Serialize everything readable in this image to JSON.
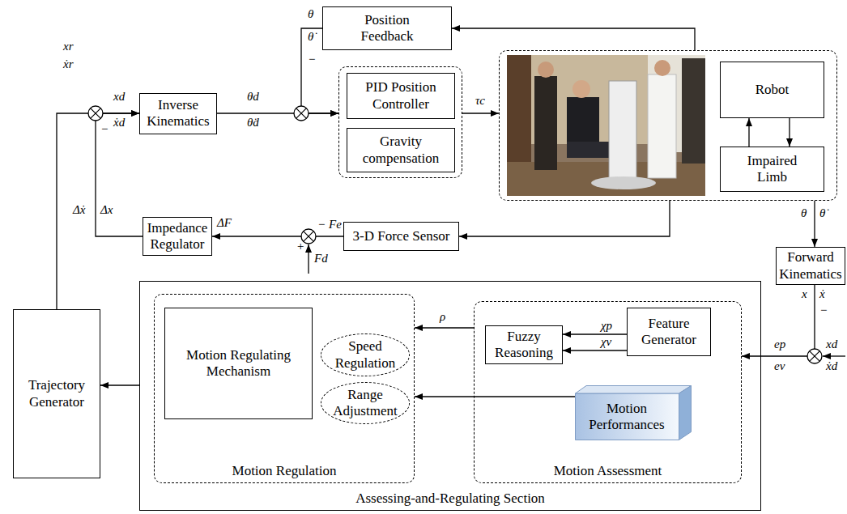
{
  "diagram": {
    "nodes": [
      {
        "text": [
          "Position Feedback"
        ]
      },
      {
        "text": [
          "Inverse Kinematics"
        ]
      },
      {
        "text": []
      },
      {
        "text": [
          "PID Position Controller"
        ],
        "in": 2
      },
      {
        "text": [
          "Gravity compensation"
        ],
        "in": 2
      },
      {
        "text": []
      },
      {
        "text": [
          "Robot"
        ],
        "in": 5
      },
      {
        "text": [
          "Impaired Limb"
        ],
        "in": 5
      },
      {
        "text": [
          "Impedance Regulator"
        ]
      },
      {
        "text": [
          "3-D Force Sensor"
        ]
      },
      {
        "text": [
          "Forward Kinematics"
        ]
      },
      {
        "text": [
          "Trajectory Generator"
        ]
      },
      {
        "text": [
          "Assessing-and-Regulating Section"
        ]
      },
      {
        "text": [
          "Motion Regulation"
        ],
        "in": 12
      },
      {
        "text": [
          "Motion Regulating Mechanism"
        ],
        "in": 13
      },
      {
        "text": [
          "Speed Regulation"
        ],
        "in": 13
      },
      {
        "text": [
          "Range Adjustment"
        ],
        "in": 13
      },
      {
        "text": [
          "Motion Assessment"
        ],
        "in": 12
      },
      {
        "text": [
          "Fuzzy Reasoning"
        ],
        "in": 17
      },
      {
        "text": [
          "Feature Generator"
        ],
        "in": 17
      },
      {
        "text": [
          "Motion Performances"
        ],
        "in": 17
      }
    ],
    "edges": [
      {
        "from": 11,
        "to": 1,
        "arrow": "to"
      },
      {
        "from": 8,
        "to": 1,
        "arrow": "to"
      },
      {
        "from": 1,
        "to": 2,
        "arrow": "to"
      },
      {
        "from": 0,
        "to": 2,
        "arrow": "to"
      },
      {
        "from": 5,
        "to": 0,
        "arrow": "to"
      },
      {
        "from": 2,
        "to": 5,
        "label": "τc",
        "arrow": "to"
      },
      {
        "from": 5,
        "to": 9,
        "arrow": "to"
      },
      {
        "from": 9,
        "to": 8,
        "arrow": "to"
      },
      {
        "from": 5,
        "to": 10,
        "arrow": "to"
      },
      {
        "from": 10,
        "to": 17,
        "arrow": "to"
      },
      {
        "from": 19,
        "to": 18,
        "arrow": "to"
      },
      {
        "from": 19,
        "to": 18,
        "arrow": "to"
      },
      {
        "from": 17,
        "to": 13,
        "label": "ρ",
        "arrow": "to"
      },
      {
        "from": 20,
        "to": 13,
        "arrow": "to"
      },
      {
        "from": 12,
        "to": 11,
        "arrow": "to"
      },
      {
        "from": 6,
        "to": 7,
        "arrow": "to"
      },
      {
        "from": 7,
        "to": 6,
        "arrow": "to"
      }
    ],
    "labels": [
      "xr",
      "ẋr",
      "xd",
      "ẋd",
      "θd",
      "θ̇d",
      "θ",
      "θ̇",
      "−",
      "−",
      "Δẋ",
      "Δx",
      "ΔF",
      "−",
      "Fe",
      "+",
      "Fd",
      "θ",
      "θ̇",
      "x",
      "ẋ",
      "−",
      "xd",
      "ẋd",
      "ep",
      "ev",
      "χp",
      "χv"
    ]
  }
}
